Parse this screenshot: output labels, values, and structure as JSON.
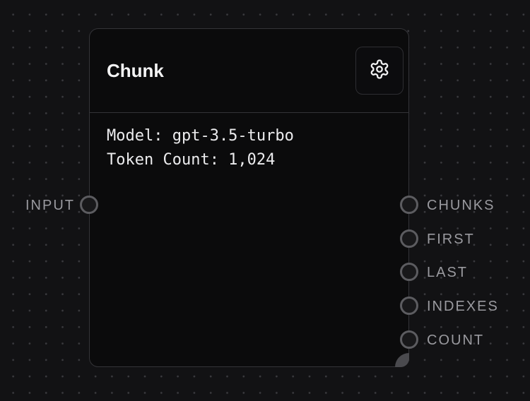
{
  "node": {
    "title": "Chunk",
    "settings_icon": "gear-icon",
    "model_line": "Model: gpt-3.5-turbo",
    "token_line": "Token Count: 1,024"
  },
  "inputs": [
    {
      "label": "INPUT"
    }
  ],
  "outputs": [
    {
      "label": "CHUNKS"
    },
    {
      "label": "FIRST"
    },
    {
      "label": "LAST"
    },
    {
      "label": "INDEXES"
    },
    {
      "label": "COUNT"
    }
  ],
  "colors": {
    "canvas": "#121214",
    "node_bg": "#0b0b0c",
    "border": "#343438",
    "port": "#5c5c60",
    "label": "#9a9a9f",
    "text": "#ececee"
  }
}
